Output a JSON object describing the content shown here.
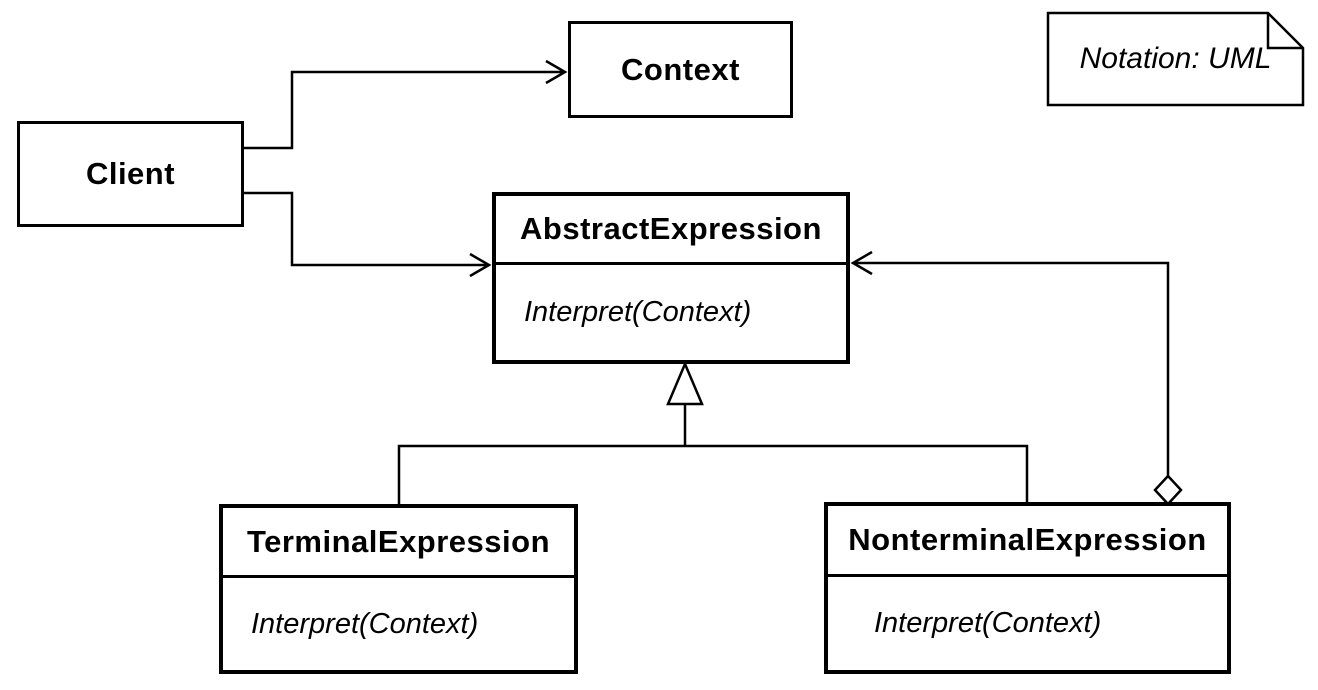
{
  "note": {
    "label": "Notation: UML"
  },
  "classes": {
    "client": {
      "name": "Client"
    },
    "context": {
      "name": "Context"
    },
    "abstract_expression": {
      "name": "AbstractExpression",
      "method": "Interpret(Context)"
    },
    "terminal_expression": {
      "name": "TerminalExpression",
      "method": "Interpret(Context)"
    },
    "nonterminal_expression": {
      "name": "NonterminalExpression",
      "method": "Interpret(Context)"
    }
  },
  "relationships": [
    {
      "from": "Client",
      "to": "Context",
      "type": "association"
    },
    {
      "from": "Client",
      "to": "AbstractExpression",
      "type": "association"
    },
    {
      "from": "TerminalExpression",
      "to": "AbstractExpression",
      "type": "inheritance"
    },
    {
      "from": "NonterminalExpression",
      "to": "AbstractExpression",
      "type": "inheritance"
    },
    {
      "from": "NonterminalExpression",
      "to": "AbstractExpression",
      "type": "aggregation"
    }
  ],
  "colors": {
    "stroke": "#000000",
    "background": "#ffffff",
    "box_fill": "#ffffff"
  }
}
